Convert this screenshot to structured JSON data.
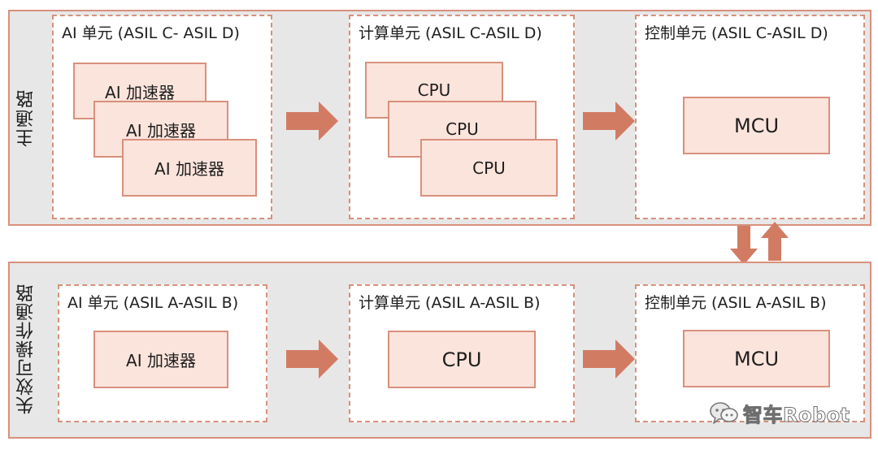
{
  "primary": {
    "label": "主通路",
    "ai_unit": {
      "title": "AI 单元 (ASIL C- ASIL D)",
      "chips": [
        "AI 加速器",
        "AI 加速器",
        "AI 加速器"
      ]
    },
    "compute_unit": {
      "title": "计算单元 (ASIL C-ASIL D)",
      "chips": [
        "CPU",
        "CPU",
        "CPU"
      ]
    },
    "control_unit": {
      "title": "控制单元 (ASIL C-ASIL D)",
      "chip": "MCU"
    }
  },
  "fallback": {
    "label": "失效可操作通路",
    "ai_unit": {
      "title": "AI 单元 (ASIL A-ASIL B)",
      "chip": "AI 加速器"
    },
    "compute_unit": {
      "title": "计算单元 (ASIL A-ASIL B)",
      "chip": "CPU"
    },
    "control_unit": {
      "title": "控制单元 (ASIL A-ASIL B)",
      "chip": "MCU"
    }
  },
  "watermark": "智车Robot",
  "colors": {
    "accent": "#d8907c",
    "arrow": "#d27b63",
    "chip_fill": "#fbe4dc",
    "path_fill": "#e7e7e7"
  }
}
